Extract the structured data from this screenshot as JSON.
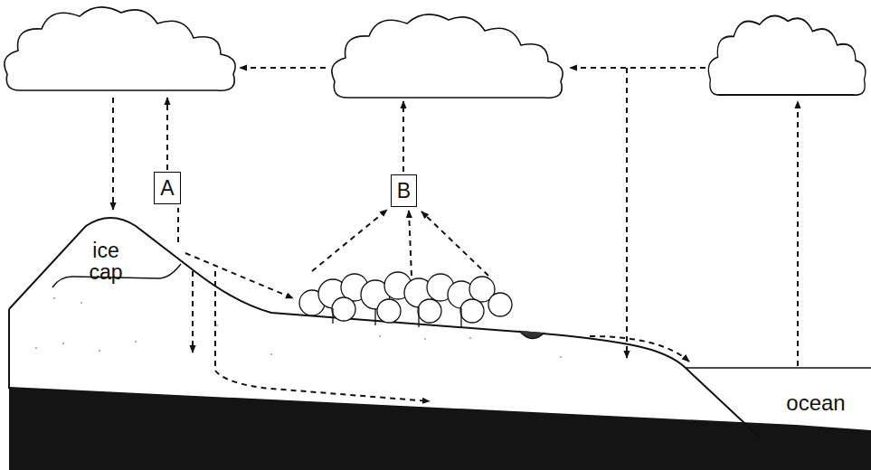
{
  "diagram": {
    "nodes": [
      {
        "text": [
          "A"
        ]
      },
      {
        "text": [
          "B"
        ]
      }
    ],
    "labels": [
      "ice cap",
      "ocean"
    ]
  }
}
